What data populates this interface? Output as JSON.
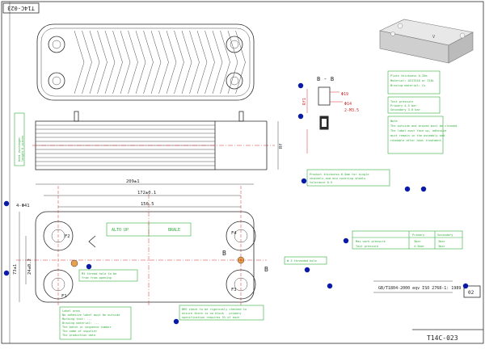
{
  "title_block": {
    "code_top": "T14C-023",
    "code_bottom": "T14C-023",
    "page_no": "02"
  },
  "section_label": "B - B",
  "section_marks": [
    "B",
    "B"
  ],
  "standard_text": "GB/T1804-2000 eqv ISO 2768-1: 1989",
  "port_labels": [
    "F1",
    "F2",
    "F3",
    "F4"
  ],
  "plate_labels": {
    "left": "ALTO UP",
    "right": "BRALE"
  },
  "dimensions": {
    "overall_len": "209±1",
    "inner_len": "172±0.1",
    "port_pitch": "156.5",
    "hole_dia": "4-Φ41",
    "height_1": "73±1",
    "height_2": "24±0.2",
    "ref_a": "Φ19",
    "ref_b": "Φ14",
    "ref_c": "2-M3.5",
    "stack_h": "Rf1",
    "side_dim": "Rf"
  },
  "notes": {
    "plate_material": [
      "Plate thickness 0.35m",
      "Material: AISI316 or 316L",
      "Brazing material: Cu"
    ],
    "test": [
      "Test pressure",
      "Primary 4.5 bar",
      "Secondary 3.0 bar"
    ],
    "note": [
      "Note",
      "The outside and brazed must be cleaned.",
      "The label must face up, adhesive",
      "must remain in the assembly and",
      "readable after heat treatment."
    ],
    "thickness": [
      "Product thickness 6.5mm for single",
      "channels and end covering sheets",
      "tolerance 0.5"
    ],
    "pressure": [
      "Max work pressure",
      "Test pressure"
    ],
    "pressure_primary": "Primary",
    "pressure_secondary": "Secondary",
    "pressure_vals": [
      "3bar",
      "3bar",
      "4.5bar",
      "3bar"
    ],
    "f3_note": "Φ 3 threaded hole",
    "screw_note": [
      "M3 thread hole to be",
      "from from opening"
    ],
    "bottom_left": [
      "Label area",
      "No adhesive label must be outside",
      "Marking text: ...",
      "Brazing material: ...",
      "The batch or sequence number",
      "The name of supplier",
      "The production date"
    ],
    "bottom_mid": [
      "BRE check to be rigorously checked to",
      "ensure there is no block - primary",
      "specification requires 5% of each"
    ],
    "side_note": [
      "Heat exchanger",
      "length 6 pieces"
    ]
  },
  "colors": {
    "line": "#2a2a2a",
    "dimension_red": "#d12a2a",
    "note_green": "#2fae3a",
    "marker_blue": "#0a1aa8"
  }
}
